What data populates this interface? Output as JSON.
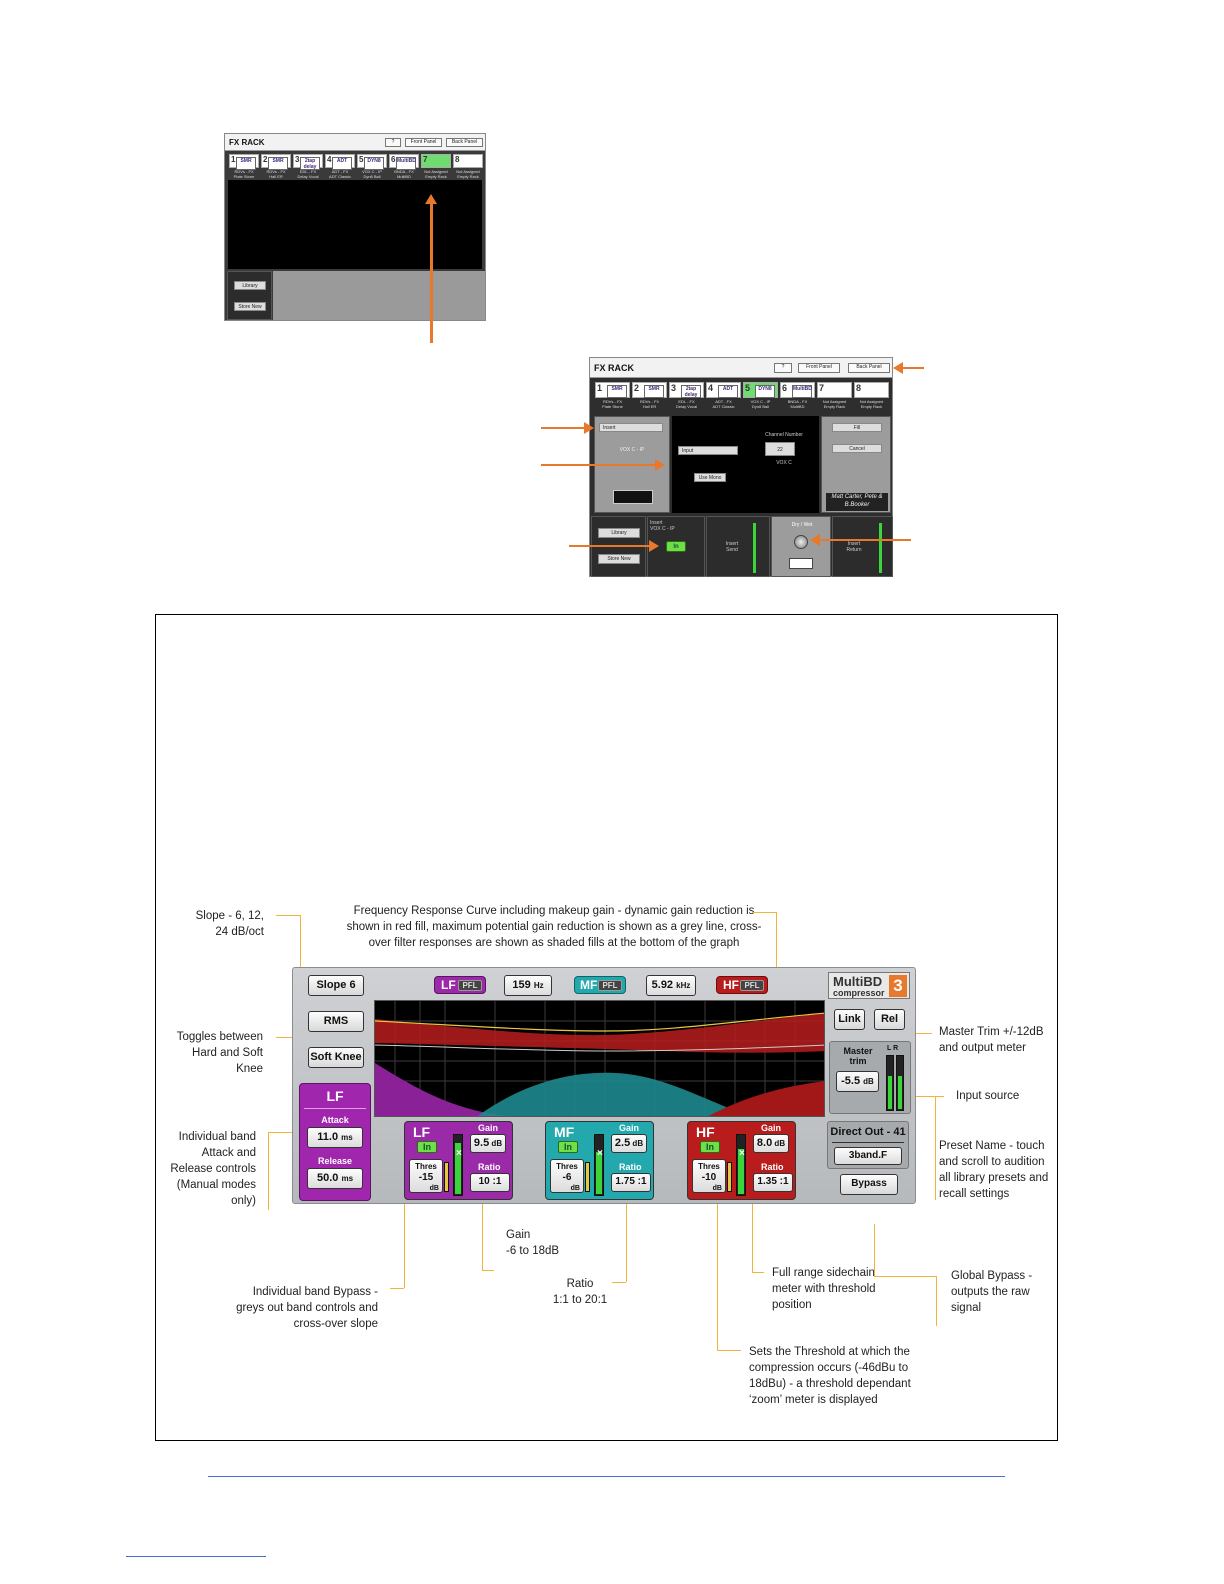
{
  "rack_small": {
    "title": "FX RACK",
    "help": "?",
    "front_panel": "Front Panel",
    "back_panel": "Back Panel",
    "slots": [
      {
        "num": "1",
        "logo": "SMR",
        "label": "RDVs - FX\nPlate Stone"
      },
      {
        "num": "2",
        "logo": "SMR",
        "label": "RDVs - FX\nHall ER"
      },
      {
        "num": "3",
        "logo": "2tap delay",
        "label": "EDL - FX\nDelay Vocal"
      },
      {
        "num": "4",
        "logo": "ADT",
        "label": "ADT - FX\nADT Classic"
      },
      {
        "num": "5",
        "logo": "DYN8",
        "label": "VOX C - IP\nDyn8 Ball"
      },
      {
        "num": "6",
        "logo": "MultiBD",
        "label": "BNDA - FX\nMultiBD"
      },
      {
        "num": "7",
        "logo": "",
        "label": "Not Assigned\nEmpty Rack"
      },
      {
        "num": "8",
        "logo": "",
        "label": "Not Assigned\nEmpty Rack"
      }
    ],
    "library": "Library",
    "store_new": "Store New"
  },
  "rack_large": {
    "title": "FX RACK",
    "help": "?",
    "front_panel": "Front Panel",
    "back_panel": "Back Panel",
    "slots": [
      {
        "num": "1",
        "logo": "SMR",
        "label": "RDVs - FX\nPlate Stone"
      },
      {
        "num": "2",
        "logo": "SMR",
        "label": "RDVs - FX\nHall ER"
      },
      {
        "num": "3",
        "logo": "2tap delay",
        "label": "EDL - FX\nDelay Vocal"
      },
      {
        "num": "4",
        "logo": "ADT",
        "label": "ADT - FX\nADT Classic"
      },
      {
        "num": "5",
        "logo": "DYN8",
        "label": "VOX C - IP\nDyn8 Ball"
      },
      {
        "num": "6",
        "logo": "MultiBD",
        "label": "BNDA - FX\nMultiBD"
      },
      {
        "num": "7",
        "logo": "",
        "label": "Not Assigned\nEmpty Rack"
      },
      {
        "num": "8",
        "logo": "",
        "label": "Not Assigned\nEmpty Rack"
      }
    ],
    "insert_select": "Insert",
    "channel_name": "VOX C - IP",
    "input_select": "Input",
    "channel_number_label": "Channel Number",
    "channel_number": "22",
    "channel_label": "VOX C",
    "use_mono": "Use Mono",
    "fill": "Fill",
    "cancel": "Cancel",
    "credit": "Matt Carter, Pete & B.Booker",
    "library": "Library",
    "store_new": "Store New",
    "insert_label": "Insert\nVOX C - IP",
    "in_button": "In",
    "insert_send": "Insert\nSend",
    "dry_wet": "Dry / Wet",
    "insert_return": "Insert\nReturn"
  },
  "multibd": {
    "slope": "Slope 6",
    "rms": "RMS",
    "soft_knee": "Soft Knee",
    "lf_tag": "LF",
    "mf_tag": "MF",
    "hf_tag": "HF",
    "pfl": "PFL",
    "xover_low": "159",
    "xover_low_unit": "Hz",
    "xover_high": "5.92",
    "xover_high_unit": "kHz",
    "logo_line1": "MultiBD",
    "logo_line2": "compressor",
    "logo_num": "3",
    "link": "Link",
    "rel": "Rel",
    "master_trim_label": "Master\ntrim",
    "master_trim": "-5.5",
    "master_trim_unit": "dB",
    "meter_lr": "L R",
    "direct_out": "Direct Out - 41",
    "preset": "3band.F",
    "bypass": "Bypass",
    "lf_panel_title": "LF",
    "attack_label": "Attack",
    "attack": "11.0",
    "attack_unit": "ms",
    "release_label": "Release",
    "release": "50.0",
    "release_unit": "ms",
    "bands": [
      {
        "name": "LF",
        "in": "In",
        "gain_label": "Gain",
        "gain": "9.5",
        "gain_unit": "dB",
        "thres_label": "Thres",
        "thres": "-15",
        "thres_unit": "dB",
        "ratio_label": "Ratio",
        "ratio": "10 :1",
        "meter": 0.85
      },
      {
        "name": "MF",
        "in": "In",
        "gain_label": "Gain",
        "gain": "2.5",
        "gain_unit": "dB",
        "thres_label": "Thres",
        "thres": "-6",
        "thres_unit": "dB",
        "ratio_label": "Ratio",
        "ratio": "1.75 :1",
        "meter": 0.7
      },
      {
        "name": "HF",
        "in": "In",
        "gain_label": "Gain",
        "gain": "8.0",
        "gain_unit": "dB",
        "thres_label": "Thres",
        "thres": "-10",
        "thres_unit": "dB",
        "ratio_label": "Ratio",
        "ratio": "1.35 :1",
        "meter": 0.75
      }
    ],
    "colors": {
      "lf": "#9b2aa8",
      "mf": "#22a8ad",
      "hf": "#b81c1c",
      "meter": "#3bd43b"
    }
  },
  "annotations": {
    "slope": "Slope - 6, 12,\n24 dB/oct",
    "freq_curve": "Frequency Response Curve including makeup gain - dynamic gain reduction is\nshown in red fill, maximum potential gain reduction is shown as a grey line, cross-\nover filter responses are shown as shaded fills at the bottom of the graph",
    "knee": "Toggles between\nHard and Soft\nKnee",
    "attack_release": "Individual band\nAttack and\nRelease controls\n(Manual  modes\nonly)",
    "master_trim": "Master Trim +/-12dB\nand output meter",
    "input_source": "Input source",
    "preset_name": "Preset Name - touch\nand scroll to audition\nall library presets and\nrecall settings",
    "gain": "Gain\n-6 to 18dB",
    "ratio": "Ratio\n1:1 to 20:1",
    "band_bypass": "Individual band Bypass -\ngreys out band controls and\ncross-over slope",
    "sidechain": "Full range sidechain\nmeter with threshold\nposition",
    "global_bypass": "Global Bypass -\noutputs the raw\nsignal",
    "threshold": "Sets the Threshold at which the\ncompression occurs (-46dBu to\n18dBu) - a threshold dependant\n‘zoom’ meter is displayed"
  }
}
